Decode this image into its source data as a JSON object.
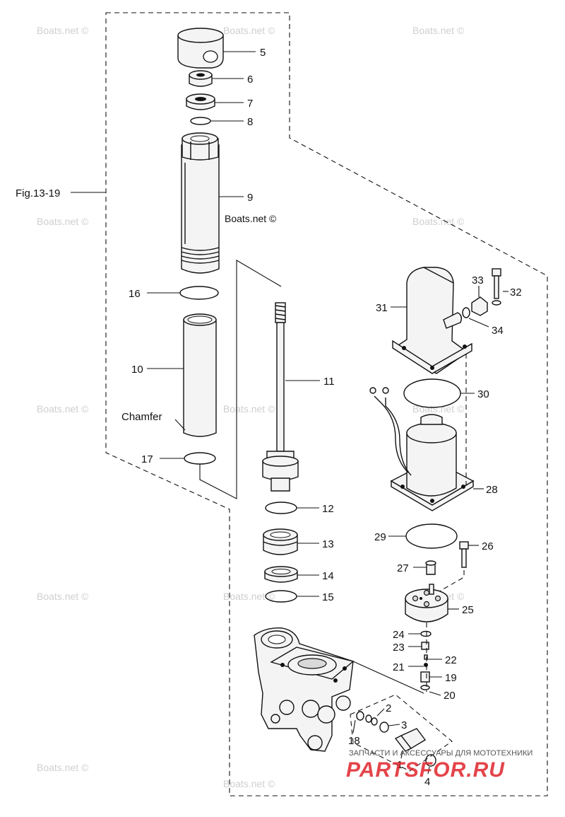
{
  "figure_ref": "Fig.13-19",
  "chamfer_label": "Chamfer",
  "watermark": "Boats.net ©",
  "ad_caption": "ЗАПЧАСТИ И АКСЕССУАРЫ ДЛЯ МОТОТЕХНИКИ",
  "ad_logo": "PARTSFOR.RU",
  "colors": {
    "line": "#111111",
    "watermark": "#cfcfcf",
    "logo_red": "#e0242b"
  },
  "callouts": [
    "1",
    "2",
    "3",
    "4",
    "5",
    "6",
    "7",
    "8",
    "9",
    "10",
    "11",
    "12",
    "13",
    "14",
    "15",
    "16",
    "17",
    "18",
    "19",
    "20",
    "21",
    "22",
    "23",
    "24",
    "25",
    "26",
    "27",
    "28",
    "29",
    "30",
    "31",
    "32",
    "33",
    "34"
  ]
}
